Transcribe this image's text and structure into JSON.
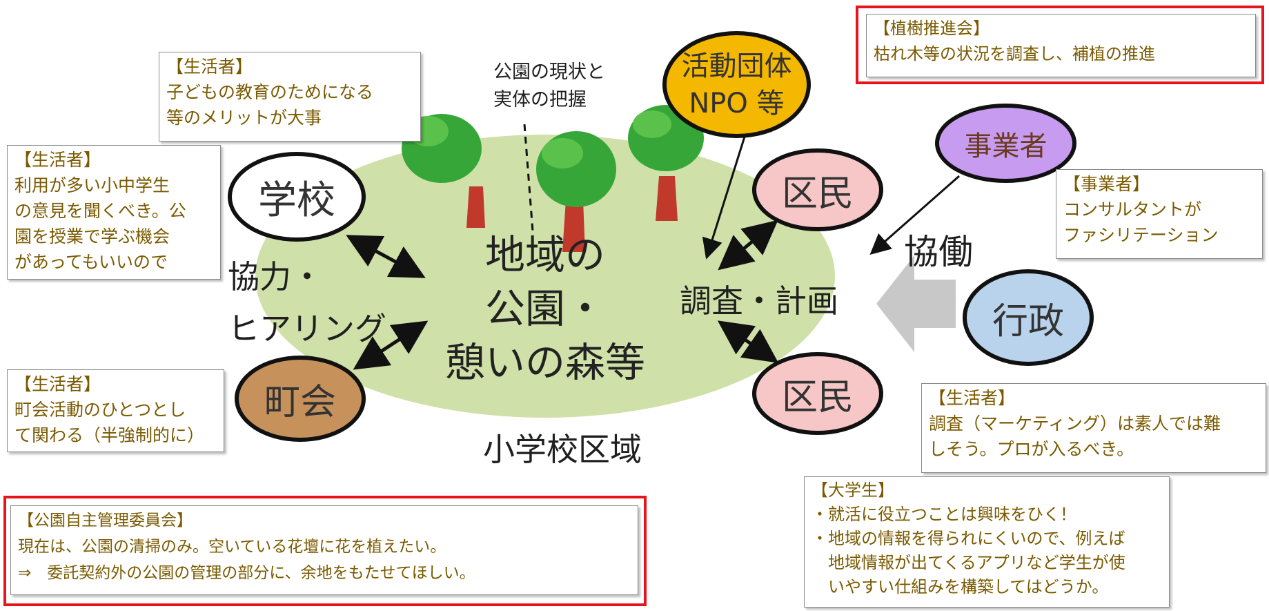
{
  "center": {
    "lines": [
      "地域の",
      "公園・",
      "憩いの森等"
    ],
    "caption": "小学校区域"
  },
  "left_label": {
    "line1": "協力・",
    "line2": "ヒアリング"
  },
  "annotation_top": {
    "line1": "公園の現状と",
    "line2": "実体の把握"
  },
  "right_center": "調査・計画",
  "kyodo": "協働",
  "nodes": {
    "school": "学校",
    "chokai": "町会",
    "kumin_top": "区民",
    "kumin_bottom": "区民",
    "katsudo": {
      "line1": "活動団体",
      "line2": "NPO 等"
    },
    "jigyosha": "事業者",
    "gyosei": "行政"
  },
  "cards": {
    "seikatsu_school_top": {
      "tag": "【生活者】",
      "lines": [
        "子どもの教育のためになる",
        "等のメリットが大事"
      ]
    },
    "seikatsu_left": {
      "tag": "【生活者】",
      "lines": [
        "利用が多い小中学生",
        "の意見を聞くべき。公",
        "園を授業で学ぶ機会",
        "があってもいいので"
      ]
    },
    "seikatsu_chokai": {
      "tag": "【生活者】",
      "lines": [
        "町会活動のひとつとし",
        "て関わる（半強制的に）"
      ]
    },
    "koen_iinkai": {
      "tag": "【公園自主管理委員会】",
      "lines": [
        "現在は、公園の清掃のみ。空いている花壇に花を植えたい。",
        "⇒　委託契約外の公園の管理の部分に、余地をもたせてほしい。"
      ]
    },
    "shokuju": {
      "tag": "【植樹推進会】",
      "lines": [
        "枯れ木等の状況を調査し、補植の推進"
      ]
    },
    "jigyosha_card": {
      "tag": "【事業者】",
      "lines": [
        "コンサルタントが",
        "ファシリテーション"
      ]
    },
    "seikatsu_right": {
      "tag": "【生活者】",
      "lines": [
        "調査（マーケティング）は素人では難",
        "しそう。プロが入るべき。"
      ]
    },
    "daigakusei": {
      "tag": "【大学生】",
      "lines": [
        "・就活に役立つことは興味をひく！",
        "・地域の情報を得られにくいので、例えば",
        "　地域情報が出てくるアプリなど学生が使",
        "　いやすい仕組みを構築してはどうか。"
      ]
    }
  },
  "colors": {
    "park": "#cfe0a8",
    "katsudo": "#f5b800",
    "jigyosha": "#c79bf0",
    "gyosei": "#b9d3ec",
    "kumin": "#f7c7c7",
    "chokai": "#c6915a",
    "card_text": "#7a5a00",
    "highlight": "#e8141c"
  }
}
